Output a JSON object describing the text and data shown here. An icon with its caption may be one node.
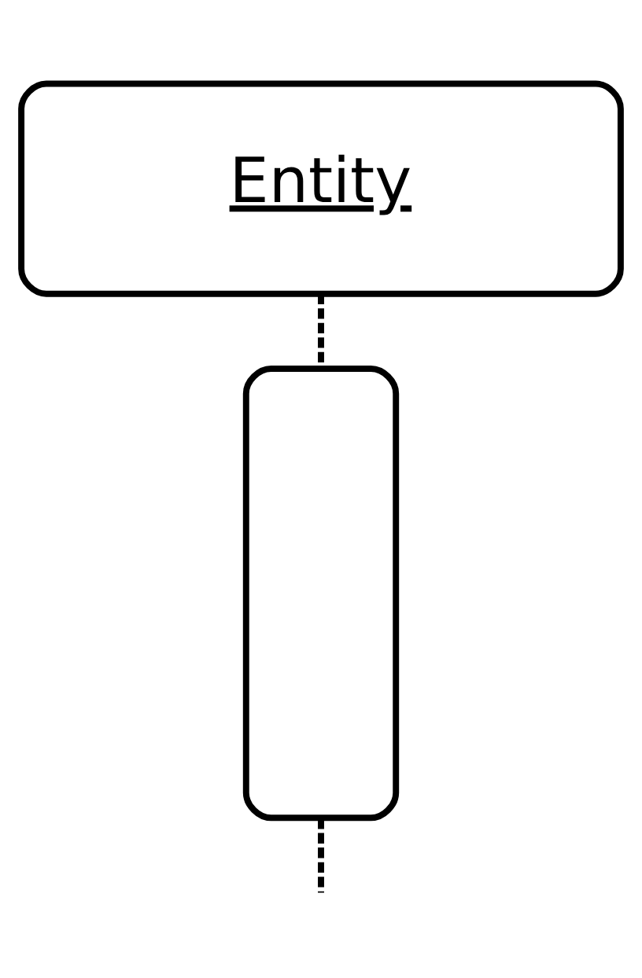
{
  "diagram": {
    "nodes": [
      {
        "text": [
          "Entity"
        ]
      },
      {
        "text": [],
        "shape": "bar"
      }
    ],
    "edges": [
      {
        "from": 0,
        "to": 1,
        "arrow": "none",
        "style": "dashed"
      },
      {
        "from": 1,
        "to": null,
        "arrow": "none",
        "style": "dashed"
      }
    ]
  }
}
